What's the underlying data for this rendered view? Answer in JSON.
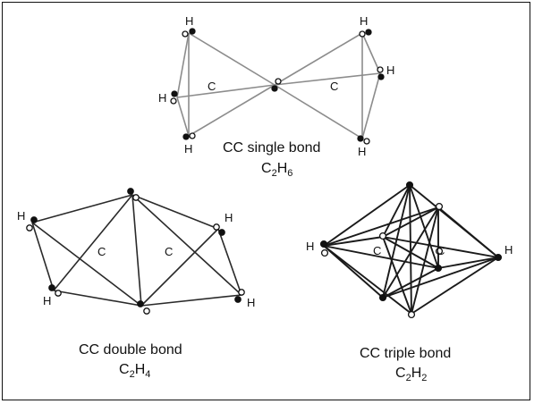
{
  "figure": {
    "ethane": {
      "caption": "CC single bond",
      "formula": {
        "a": "C",
        "a_sub": "2",
        "b": "H",
        "b_sub": "6"
      },
      "atom_labels": {
        "h": "H",
        "c": "C"
      }
    },
    "ethene": {
      "caption": "CC double bond",
      "formula": {
        "a": "C",
        "a_sub": "2",
        "b": "H",
        "b_sub": "4"
      },
      "atom_labels": {
        "h": "H",
        "c": "C"
      }
    },
    "ethyne": {
      "caption": "CC triple bond",
      "formula": {
        "a": "C",
        "a_sub": "2",
        "b": "H",
        "b_sub": "2"
      },
      "atom_labels": {
        "h": "H",
        "c": "C"
      }
    }
  },
  "colors": {
    "single_bond_lines": "#8c8c8c",
    "double_bond_lines": "#2a2a2a",
    "triple_bond_lines": "#1a1a1a",
    "filled_atom": "#111111",
    "open_atom": "#ffffff",
    "frame": "#111111"
  }
}
